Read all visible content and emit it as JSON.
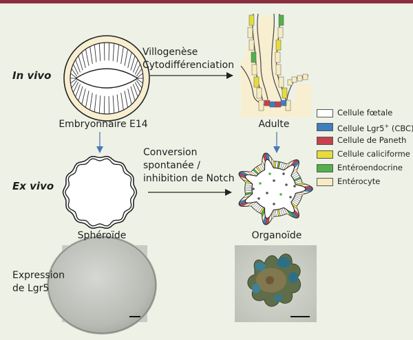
{
  "rows": {
    "in_vivo": "In vivo",
    "ex_vivo": "Ex vivo"
  },
  "stages": {
    "embryonic": "Embryonnaire E14",
    "adult": "Adulte",
    "spheroid": "Sphéroïde",
    "organoid": "Organoïde"
  },
  "arrows": {
    "top_line1": "Villogenèse",
    "top_line2": "Cytodifférenciation",
    "bottom_line1": "Conversion",
    "bottom_line2": "spontanée /",
    "bottom_line3": "inhibition de Notch"
  },
  "expression": {
    "line1": "Expression",
    "line2": "de Lgr5"
  },
  "legend": [
    {
      "label": "Cellule fœtale",
      "sup": "",
      "suffix": "",
      "color": "#ffffff"
    },
    {
      "label": "Cellule Lgr5",
      "sup": "+",
      "suffix": " (CBC)",
      "color": "#3f7fc0"
    },
    {
      "label": "Cellule de Paneth",
      "sup": "",
      "suffix": "",
      "color": "#c8404e"
    },
    {
      "label": "Cellule caliciforme",
      "sup": "",
      "suffix": "",
      "color": "#e6dc3a"
    },
    {
      "label": "Entéroendocrine",
      "sup": "",
      "suffix": "",
      "color": "#53b04c"
    },
    {
      "label": "Entérocyte",
      "sup": "",
      "suffix": "",
      "color": "#f6ecc0"
    }
  ],
  "colors": {
    "accent_bar": "#8b2f3f",
    "arrow_blue": "#4a78b8",
    "tissue": "#f8eed0"
  }
}
